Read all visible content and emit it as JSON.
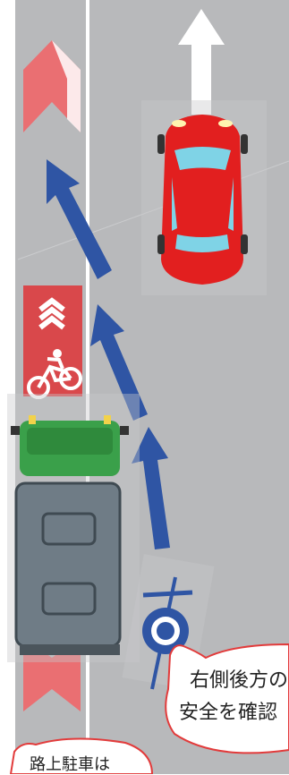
{
  "scene": {
    "description_labels": {
      "bubble_right_line1": "右側後方の",
      "bubble_right_line2": "安全を確認",
      "bubble_left_line1": "路上駐車は"
    },
    "colors": {
      "road": "#b8b9bb",
      "lane_line": "#ffffff",
      "bike_lane_mark": "#e8696b",
      "arrow_white": "#ffffff",
      "arrow_blue": "#2f55a4",
      "car_red": "#e21f1f",
      "truck_green": "#3aa04a",
      "truck_gray": "#6f7c86",
      "bubble_border": "#e23b3b"
    },
    "icons": [
      "bicycle-lane-sign",
      "chevron-arrows",
      "car-top-view",
      "truck-top-view",
      "cyclist-top-view"
    ]
  }
}
